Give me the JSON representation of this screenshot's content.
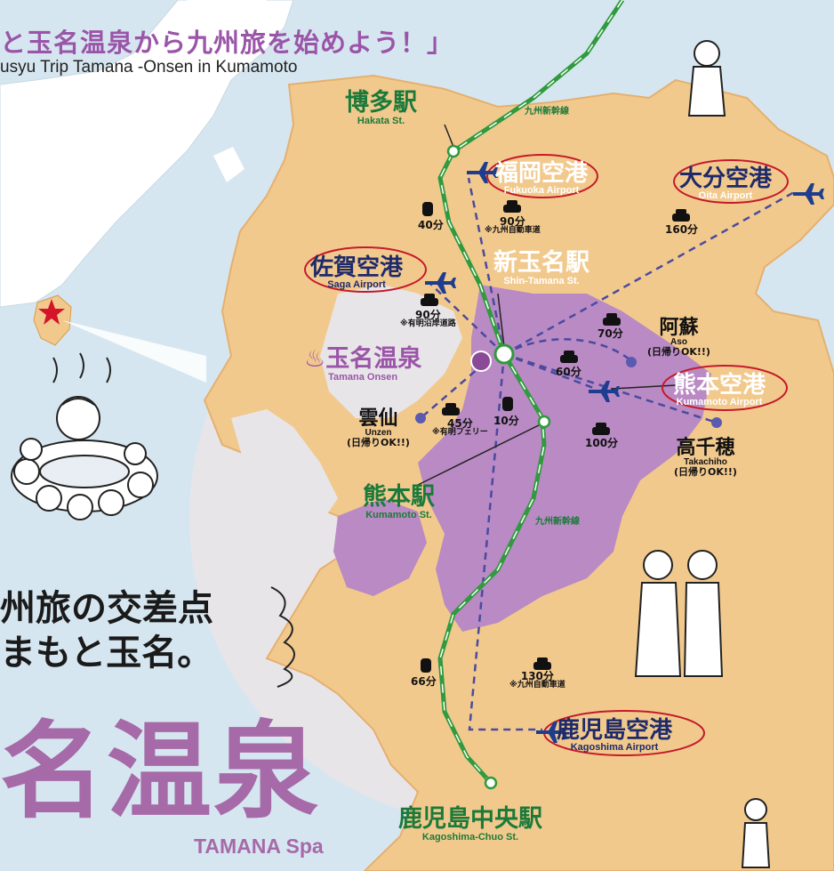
{
  "header": {
    "title_jp": "と玉名温泉から九州旅を始めよう！」",
    "title_en": "usyu Trip Tamana -Onsen in Kumamoto"
  },
  "stations": {
    "hakata": {
      "jp": "博多駅",
      "en": "Hakata St."
    },
    "shin_tamana": {
      "jp": "新玉名駅",
      "en": "Shin-Tamana St."
    },
    "kumamoto": {
      "jp": "熊本駅",
      "en": "Kumamoto St."
    },
    "kagoshima_chuo": {
      "jp": "鹿児島中央駅",
      "en": "Kagoshima-Chuo St."
    }
  },
  "airports": {
    "fukuoka": {
      "jp": "福岡空港",
      "en": "Fukuoka Airport"
    },
    "oita": {
      "jp": "大分空港",
      "en": "Oita Airport"
    },
    "saga": {
      "jp": "佐賀空港",
      "en": "Saga Airport"
    },
    "kumamoto": {
      "jp": "熊本空港",
      "en": "Kumamoto Airport"
    },
    "kagoshima": {
      "jp": "鹿児島空港",
      "en": "Kagoshima Airport"
    }
  },
  "places": {
    "tamana_onsen": {
      "symbol": "♨",
      "jp": "玉名温泉",
      "en": "Tamana Onsen"
    },
    "aso": {
      "jp": "阿蘇",
      "en": "Aso",
      "note": "(日帰りOK!!)"
    },
    "unzen": {
      "jp": "雲仙",
      "en": "Unzen",
      "note": "(日帰りOK!!)"
    },
    "takachiho": {
      "jp": "高千穂",
      "en": "Takachiho",
      "note": "(日帰りOK!!)"
    }
  },
  "lines": {
    "shinkansen_north": "九州新幹線",
    "shinkansen_south": "九州新幹線"
  },
  "times": {
    "hakata_car": "40分",
    "fukuoka_car": "90分",
    "fukuoka_note": "※九州自動車道",
    "oita_car": "160分",
    "saga_car": "90分",
    "saga_note": "※有明沿岸道路",
    "aso_car": "70分",
    "kumamoto_ap_car": "60分",
    "unzen_ferry": "45分",
    "unzen_note": "※有明フェリー",
    "kumamoto_st_train": "10分",
    "takachiho_car": "100分",
    "kagoshima_st_train": "66分",
    "kagoshima_ap_car": "130分",
    "kagoshima_note": "※九州自動車道"
  },
  "slogan": {
    "line1": "州旅の交差点",
    "line2": "まもと玉名。"
  },
  "brand": {
    "jp": "名温泉",
    "en": "TAMANA Spa"
  },
  "colors": {
    "sea": "#d6e6f0",
    "land": "#f2c98d",
    "kumamoto_pref": "#b98ac3",
    "circle": "#e8e5e8",
    "shinkansen": "#2f9a3e",
    "route": "#4a4aa0",
    "title": "#9a55a8",
    "station_label": "#1b7a3a",
    "airport_label": "#1e2a6a",
    "airport_ring": "#c41a2a"
  }
}
